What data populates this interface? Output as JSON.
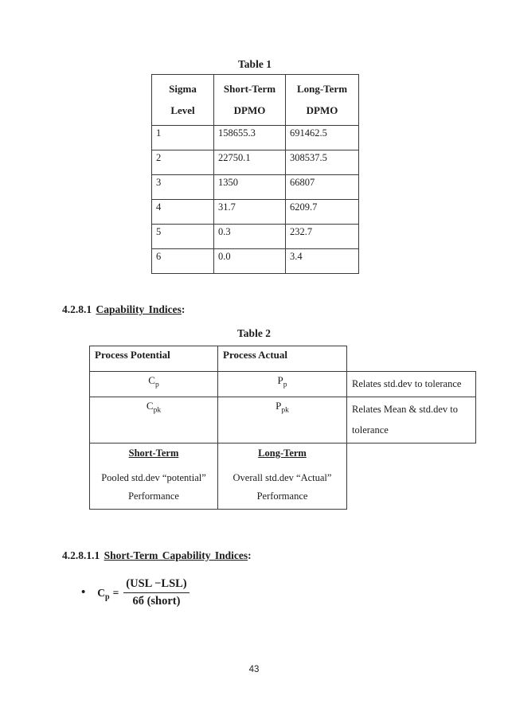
{
  "page": {
    "number": "43"
  },
  "table1": {
    "title": "Table 1",
    "headers": {
      "col1": {
        "line1": "Sigma",
        "line2": "Level"
      },
      "col2": {
        "line1": "Short-Term",
        "line2": "DPMO"
      },
      "col3": {
        "line1": "Long-Term",
        "line2": "DPMO"
      }
    },
    "rows": [
      {
        "level": "1",
        "short": "158655.3",
        "long": "691462.5"
      },
      {
        "level": "2",
        "short": "22750.1",
        "long": "308537.5"
      },
      {
        "level": "3",
        "short": "1350",
        "long": "66807"
      },
      {
        "level": "4",
        "short": "31.7",
        "long": "6209.7"
      },
      {
        "level": "5",
        "short": "0.3",
        "long": "232.7"
      },
      {
        "level": "6",
        "short": "0.0",
        "long": "3.4"
      }
    ]
  },
  "section1": {
    "number": "4.2.8.1",
    "title": "Capability Indices",
    "colon": ":"
  },
  "table2": {
    "title": "Table 2",
    "col1_header": "Process Potential",
    "col2_header": "Process Actual",
    "rows": [
      {
        "c_base": "C",
        "c_sub": "p",
        "p_base": "P",
        "p_sub": "p",
        "note": "Relates  std.dev to tolerance"
      },
      {
        "c_base": "C",
        "c_sub": "pk",
        "p_base": "P",
        "p_sub": "pk",
        "note": "Relates  Mean & std.dev to tolerance"
      }
    ],
    "footer": {
      "col1_title": "Short-Term",
      "col1_line1": "Pooled std.dev “potential”",
      "col1_line2": "Performance",
      "col2_title": "Long-Term",
      "col2_line1": "Overall  std.dev “Actual”",
      "col2_line2": "Performance"
    }
  },
  "section2": {
    "number": "4.2.8.1.1",
    "title": "Short-Term  Capability  Indices",
    "colon": ":"
  },
  "formula": {
    "bullet": "•",
    "lhs_base": "C",
    "lhs_sub": "p",
    "equals": "=",
    "numerator": "(USL −LSL)",
    "denominator": "6б (short)"
  }
}
